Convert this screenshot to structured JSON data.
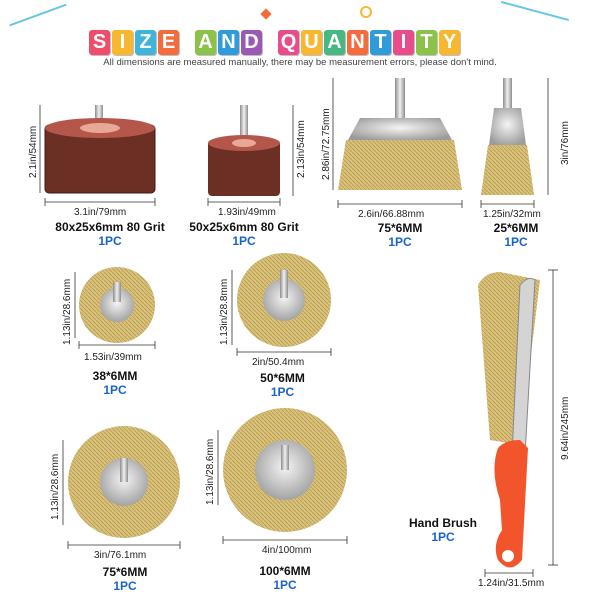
{
  "header": {
    "title_letters": [
      "S",
      "I",
      "Z",
      "E",
      "",
      "A",
      "N",
      "D",
      "",
      "Q",
      "U",
      "A",
      "N",
      "T",
      "I",
      "T",
      "Y"
    ],
    "tile_colors": [
      "#ef4d6b",
      "#f7b731",
      "#3fb6d9",
      "#f36c3d",
      "",
      "#8bc34a",
      "#2f9bd8",
      "#9b59b6",
      "",
      "#e84c8b",
      "#f7b731",
      "#47b881",
      "#f36c3d",
      "#2f9bd8",
      "#e84c8b",
      "#8bc34a",
      "#f7b731"
    ],
    "subtitle": "All dimensions are measured manually, there may be measurement errors, please don't mind."
  },
  "products": [
    {
      "name": "80x25x6mm 80 Grit",
      "qty": "1PC",
      "width": "3.1in/79mm",
      "height": "2.1in/54mm"
    },
    {
      "name": "50x25x6mm 80 Grit",
      "qty": "1PC",
      "width": "1.93in/49mm",
      "height": "2.13in/54mm"
    },
    {
      "name": "75*6MM",
      "qty": "1PC",
      "width": "2.6in/66.88mm",
      "height": "2.86in/72.75mm"
    },
    {
      "name": "25*6MM",
      "qty": "1PC",
      "width": "1.25in/32mm",
      "height": "3in/76mm"
    },
    {
      "name": "38*6MM",
      "qty": "1PC",
      "width": "1.53in/39mm",
      "height": "1.13in/28.6mm"
    },
    {
      "name": "50*6MM",
      "qty": "1PC",
      "width": "2in/50.4mm",
      "height": "1.13in/28.8mm"
    },
    {
      "name": "75*6MM",
      "qty": "1PC",
      "width": "3in/76.1mm",
      "height": "1.13in/28.6mm"
    },
    {
      "name": "100*6MM",
      "qty": "1PC",
      "width": "4in/100mm",
      "height": "1.13in/28.6mm"
    },
    {
      "name": "Hand Brush",
      "qty": "1PC",
      "width": "1.24in/31.5mm",
      "height": "9.64in/245mm"
    }
  ],
  "colors": {
    "brass": "#d8c07a",
    "flap": "#6b2f24",
    "handle": "#f2552c",
    "qty_blue": "#1a63c9"
  }
}
